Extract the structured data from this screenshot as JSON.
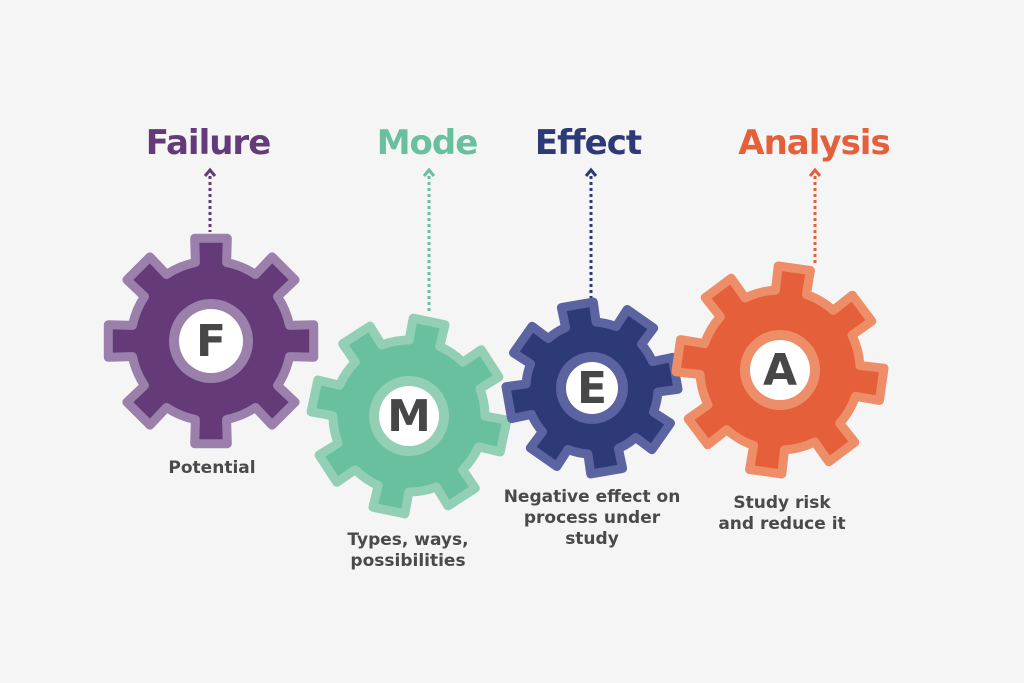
{
  "items": [
    {
      "title": "Failure",
      "letter": "F",
      "desc": "Potential",
      "color": "#643a78",
      "light": "#9a80ab"
    },
    {
      "title": "Mode",
      "letter": "M",
      "desc": "Types, ways,\npossibilities",
      "color": "#68c09f",
      "light": "#92cfb5"
    },
    {
      "title": "Effect",
      "letter": "E",
      "desc": "Negative effect on\nprocess under\nstudy",
      "color": "#2e3a78",
      "light": "#5b64a0"
    },
    {
      "title": "Analysis",
      "letter": "A",
      "desc": "Study risk\nand reduce it",
      "color": "#e5603a",
      "light": "#ee8e68"
    }
  ]
}
